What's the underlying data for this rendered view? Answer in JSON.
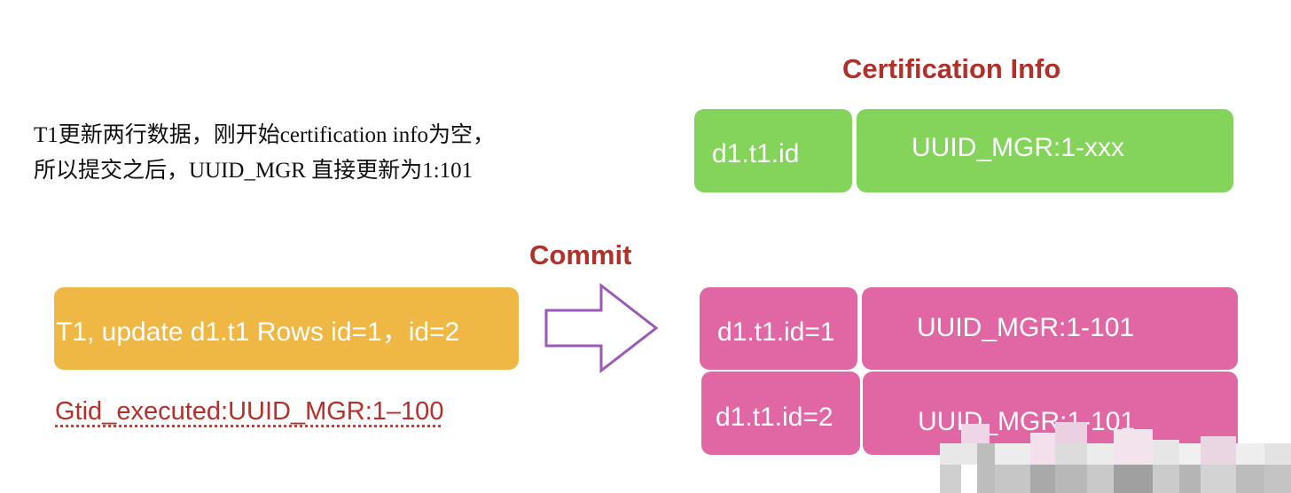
{
  "description": {
    "line1": "T1更新两行数据，刚开始certification info为空，",
    "line2": "所以提交之后，UUID_MGR 直接更新为1:101"
  },
  "certification": {
    "title": "Certification Info",
    "key": "d1.t1.id",
    "value": "UUID_MGR:1-xxx"
  },
  "commit": {
    "label": "Commit"
  },
  "transaction": {
    "text": "T1, update d1.t1 Rows id=1，id=2",
    "gtid": "Gtid_executed:UUID_MGR:1–100"
  },
  "rows": [
    {
      "key": "d1.t1.id=1",
      "value": "UUID_MGR:1-101"
    },
    {
      "key": "d1.t1.id=2",
      "value": "UUID_MGR:1-101"
    }
  ],
  "colors": {
    "green": "#84d35b",
    "pink": "#e067a4",
    "yellow": "#efb743",
    "red_text": "#b0312a",
    "arrow": "#9b59b6"
  }
}
